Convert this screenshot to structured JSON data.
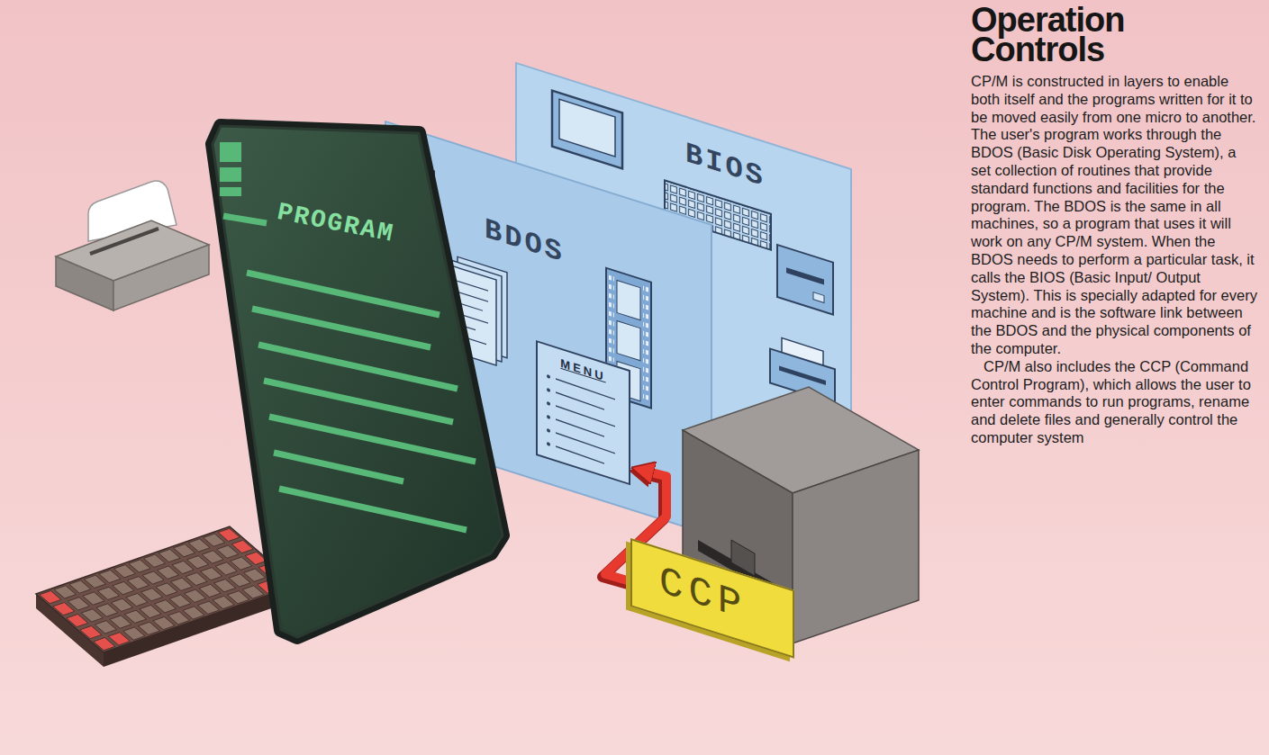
{
  "diagram": {
    "title": "Operation Controls",
    "caption": "CP/M is constructed in layers to enable both itself and the programs written for it to be moved easily from one micro to another. The user's program works through the BDOS (Basic Disk Operating System), a set collection of routines that provide standard functions and facilities for the program. The BDOS is the same in all machines, so a program that uses it will work on any CP/M system. When the BDOS needs to perform a particular task, it calls the BIOS (Basic Input/ Output System). This is specially adapted for every machine and is the software link between the BDOS and the physical components of the computer.",
    "nodes": [
      {
        "text": [
          "PROGRAM"
        ]
      },
      {
        "text": [
          "BDOS"
        ]
      },
      {
        "text": [
          "MENU"
        ],
        "in": 1
      },
      {
        "text": [
          "BIOS"
        ]
      },
      {
        "text": [
          "CCP"
        ]
      }
    ],
    "edges": [
      {
        "from": 4,
        "to": 2,
        "arrow": "to"
      }
    ],
    "labels": [
      "CP/M also includes the CCP (Command Control Program), which allows the user to enter commands to run programs, rename and delete files and generally control the computer system"
    ]
  }
}
